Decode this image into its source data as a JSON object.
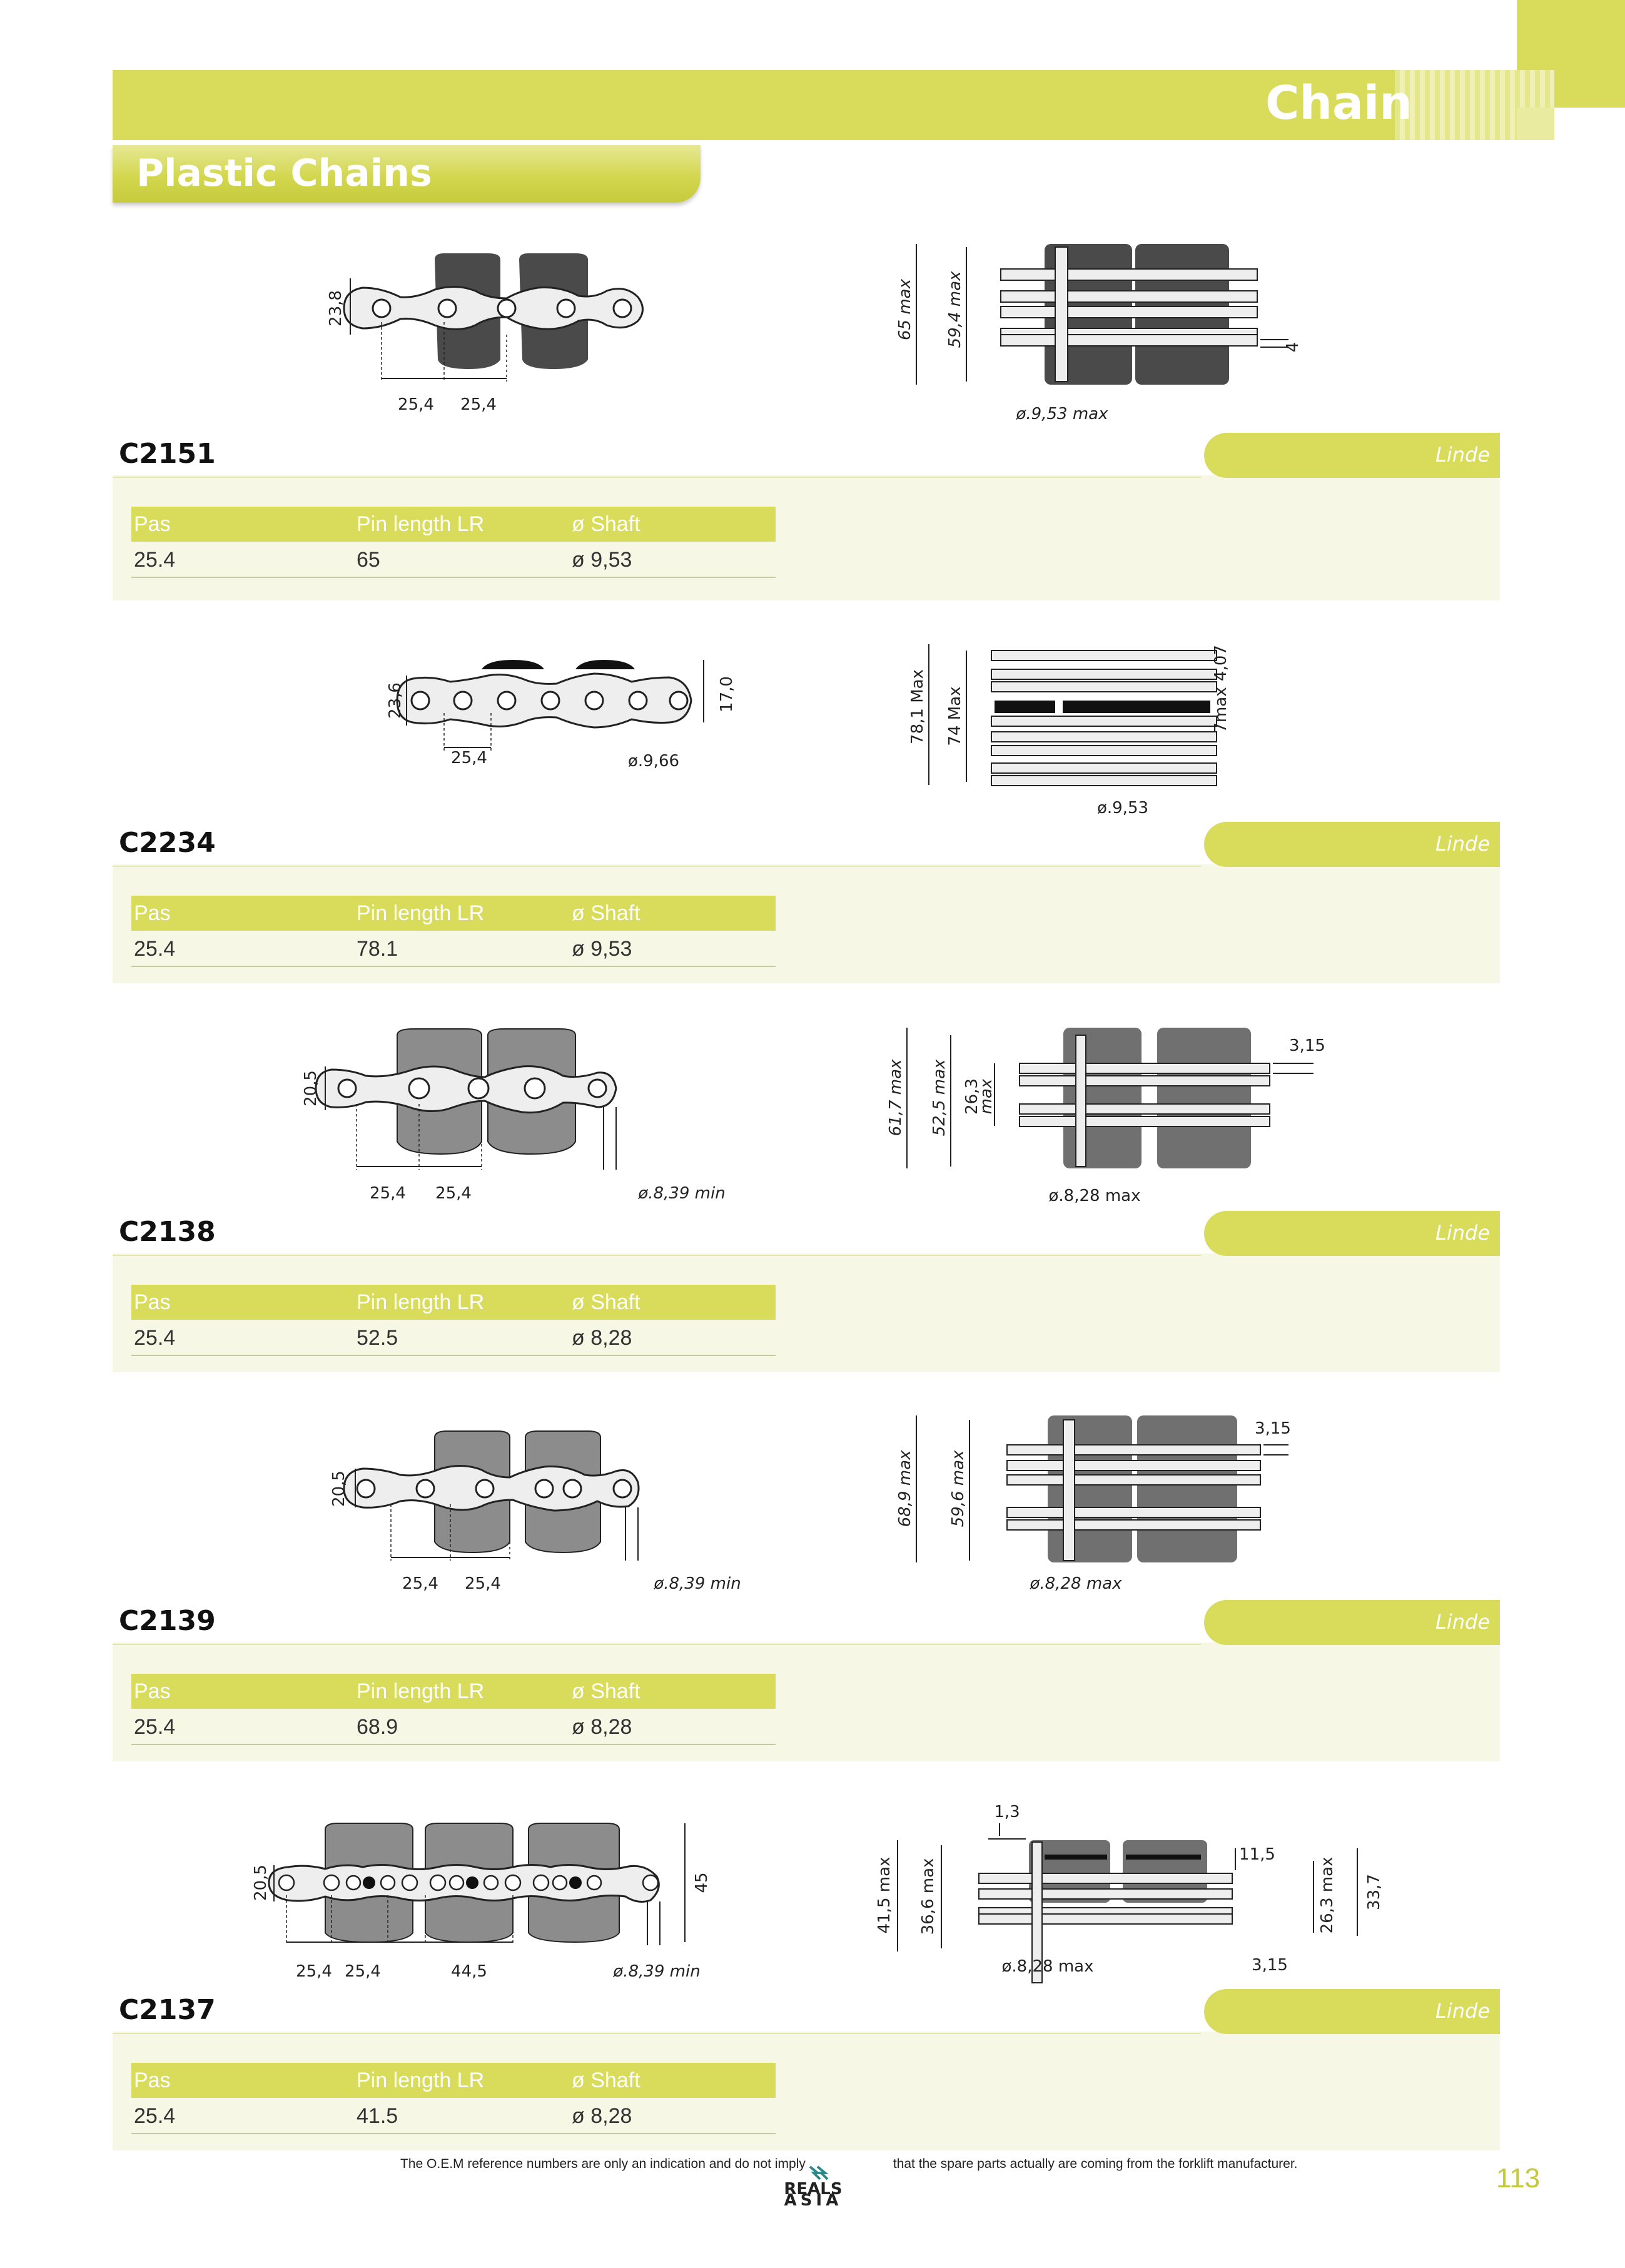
{
  "header": {
    "title": "Chain",
    "subtitle": "Plastic Chains"
  },
  "table_columns": [
    "Pas",
    "Pin length LR",
    "ø Shaft"
  ],
  "products": [
    {
      "code": "C2151",
      "oem": "Linde",
      "pas": "25.4",
      "pin_length": "65",
      "shaft": "ø 9,53",
      "side_dims": [
        "23,8",
        "25,4",
        "25,4"
      ],
      "top_dims": [
        "65 max",
        "59,4 max",
        "4",
        "ø.9,53 max"
      ]
    },
    {
      "code": "C2234",
      "oem": "Linde",
      "pas": "25.4",
      "pin_length": "78.1",
      "shaft": "ø 9,53",
      "side_dims": [
        "23,6",
        "17,0",
        "25,4",
        "ø.9,66"
      ],
      "top_dims": [
        "78,1 Max",
        "74 Max",
        "4,07",
        "7max",
        "ø.9,53"
      ]
    },
    {
      "code": "C2138",
      "oem": "Linde",
      "pas": "25.4",
      "pin_length": "52.5",
      "shaft": "ø 8,28",
      "side_dims": [
        "20,5",
        "25,4",
        "25,4",
        "ø.8,39 min"
      ],
      "top_dims": [
        "61,7 max",
        "52,5 max",
        "26,3",
        "max",
        "3,15",
        "ø.8,28 max"
      ]
    },
    {
      "code": "C2139",
      "oem": "Linde",
      "pas": "25.4",
      "pin_length": "68.9",
      "shaft": "ø 8,28",
      "side_dims": [
        "20,5",
        "25,4",
        "25,4",
        "ø.8,39 min"
      ],
      "top_dims": [
        "68,9 max",
        "59,6 max",
        "3,15",
        "ø.8,28 max"
      ]
    },
    {
      "code": "C2137",
      "oem": "Linde",
      "pas": "25.4",
      "pin_length": "41.5",
      "shaft": "ø 8,28",
      "side_dims": [
        "20,5",
        "45",
        "25,4",
        "25,4",
        "44,5",
        "ø.8,39 min"
      ],
      "top_dims": [
        "1,3",
        "41,5 max",
        "36,6 max",
        "11,5",
        "26,3 max",
        "33,7",
        "3,15",
        "ø.8,28 max"
      ]
    }
  ],
  "footer": {
    "disclaimer": "The O.E.M reference numbers are only an indication and do not imply                        that the spare parts actually are coming from the forklift manufacturer.",
    "logo": "REALS",
    "logo_sub": "ASIA",
    "page": "113"
  },
  "colors": {
    "accent": "#d8dc5a",
    "panel": "#f7f7e5",
    "page_number": "#c3c83c"
  }
}
